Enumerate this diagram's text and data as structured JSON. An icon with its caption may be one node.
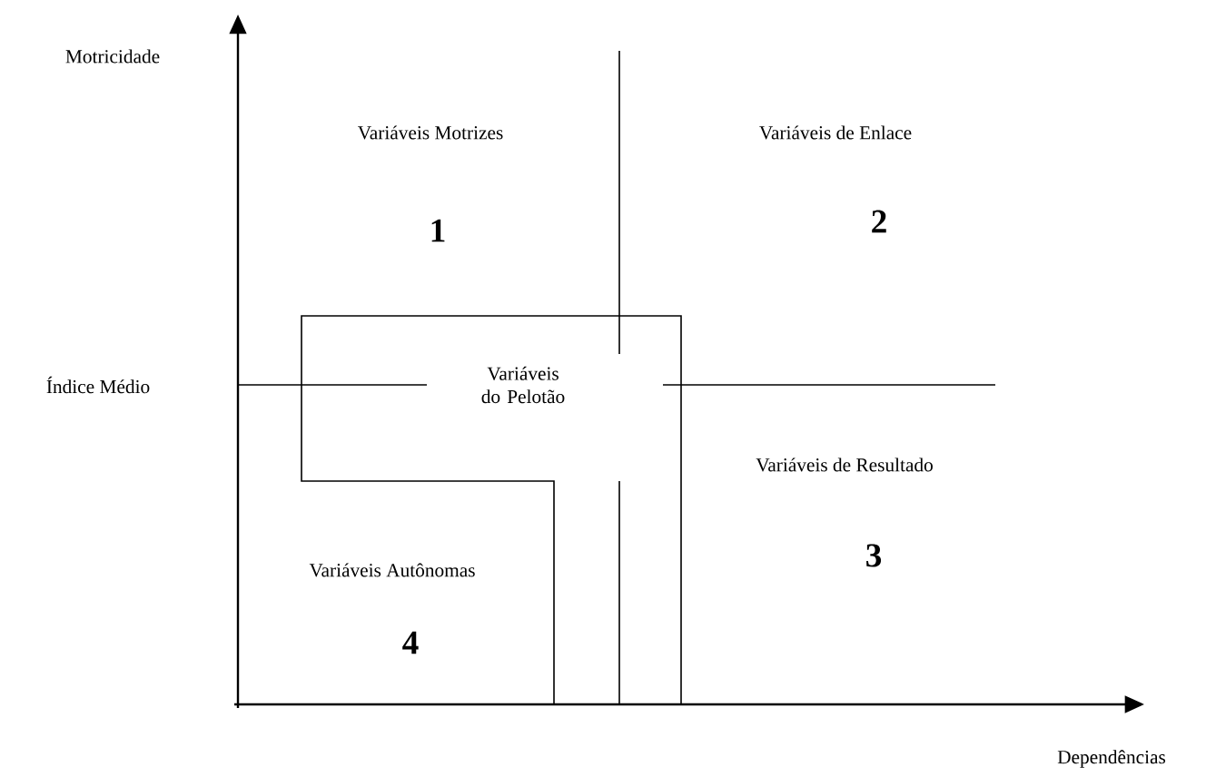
{
  "diagram": {
    "labels": [
      "Motricidade",
      "Variáveis Motrizes",
      "Variáveis de Enlace",
      "1",
      "2",
      "Índice Médio",
      "Variáveis do Pelotão",
      "Variáveis de Resultado",
      "3",
      "Variáveis Autônomas",
      "4",
      "Dependências"
    ]
  }
}
